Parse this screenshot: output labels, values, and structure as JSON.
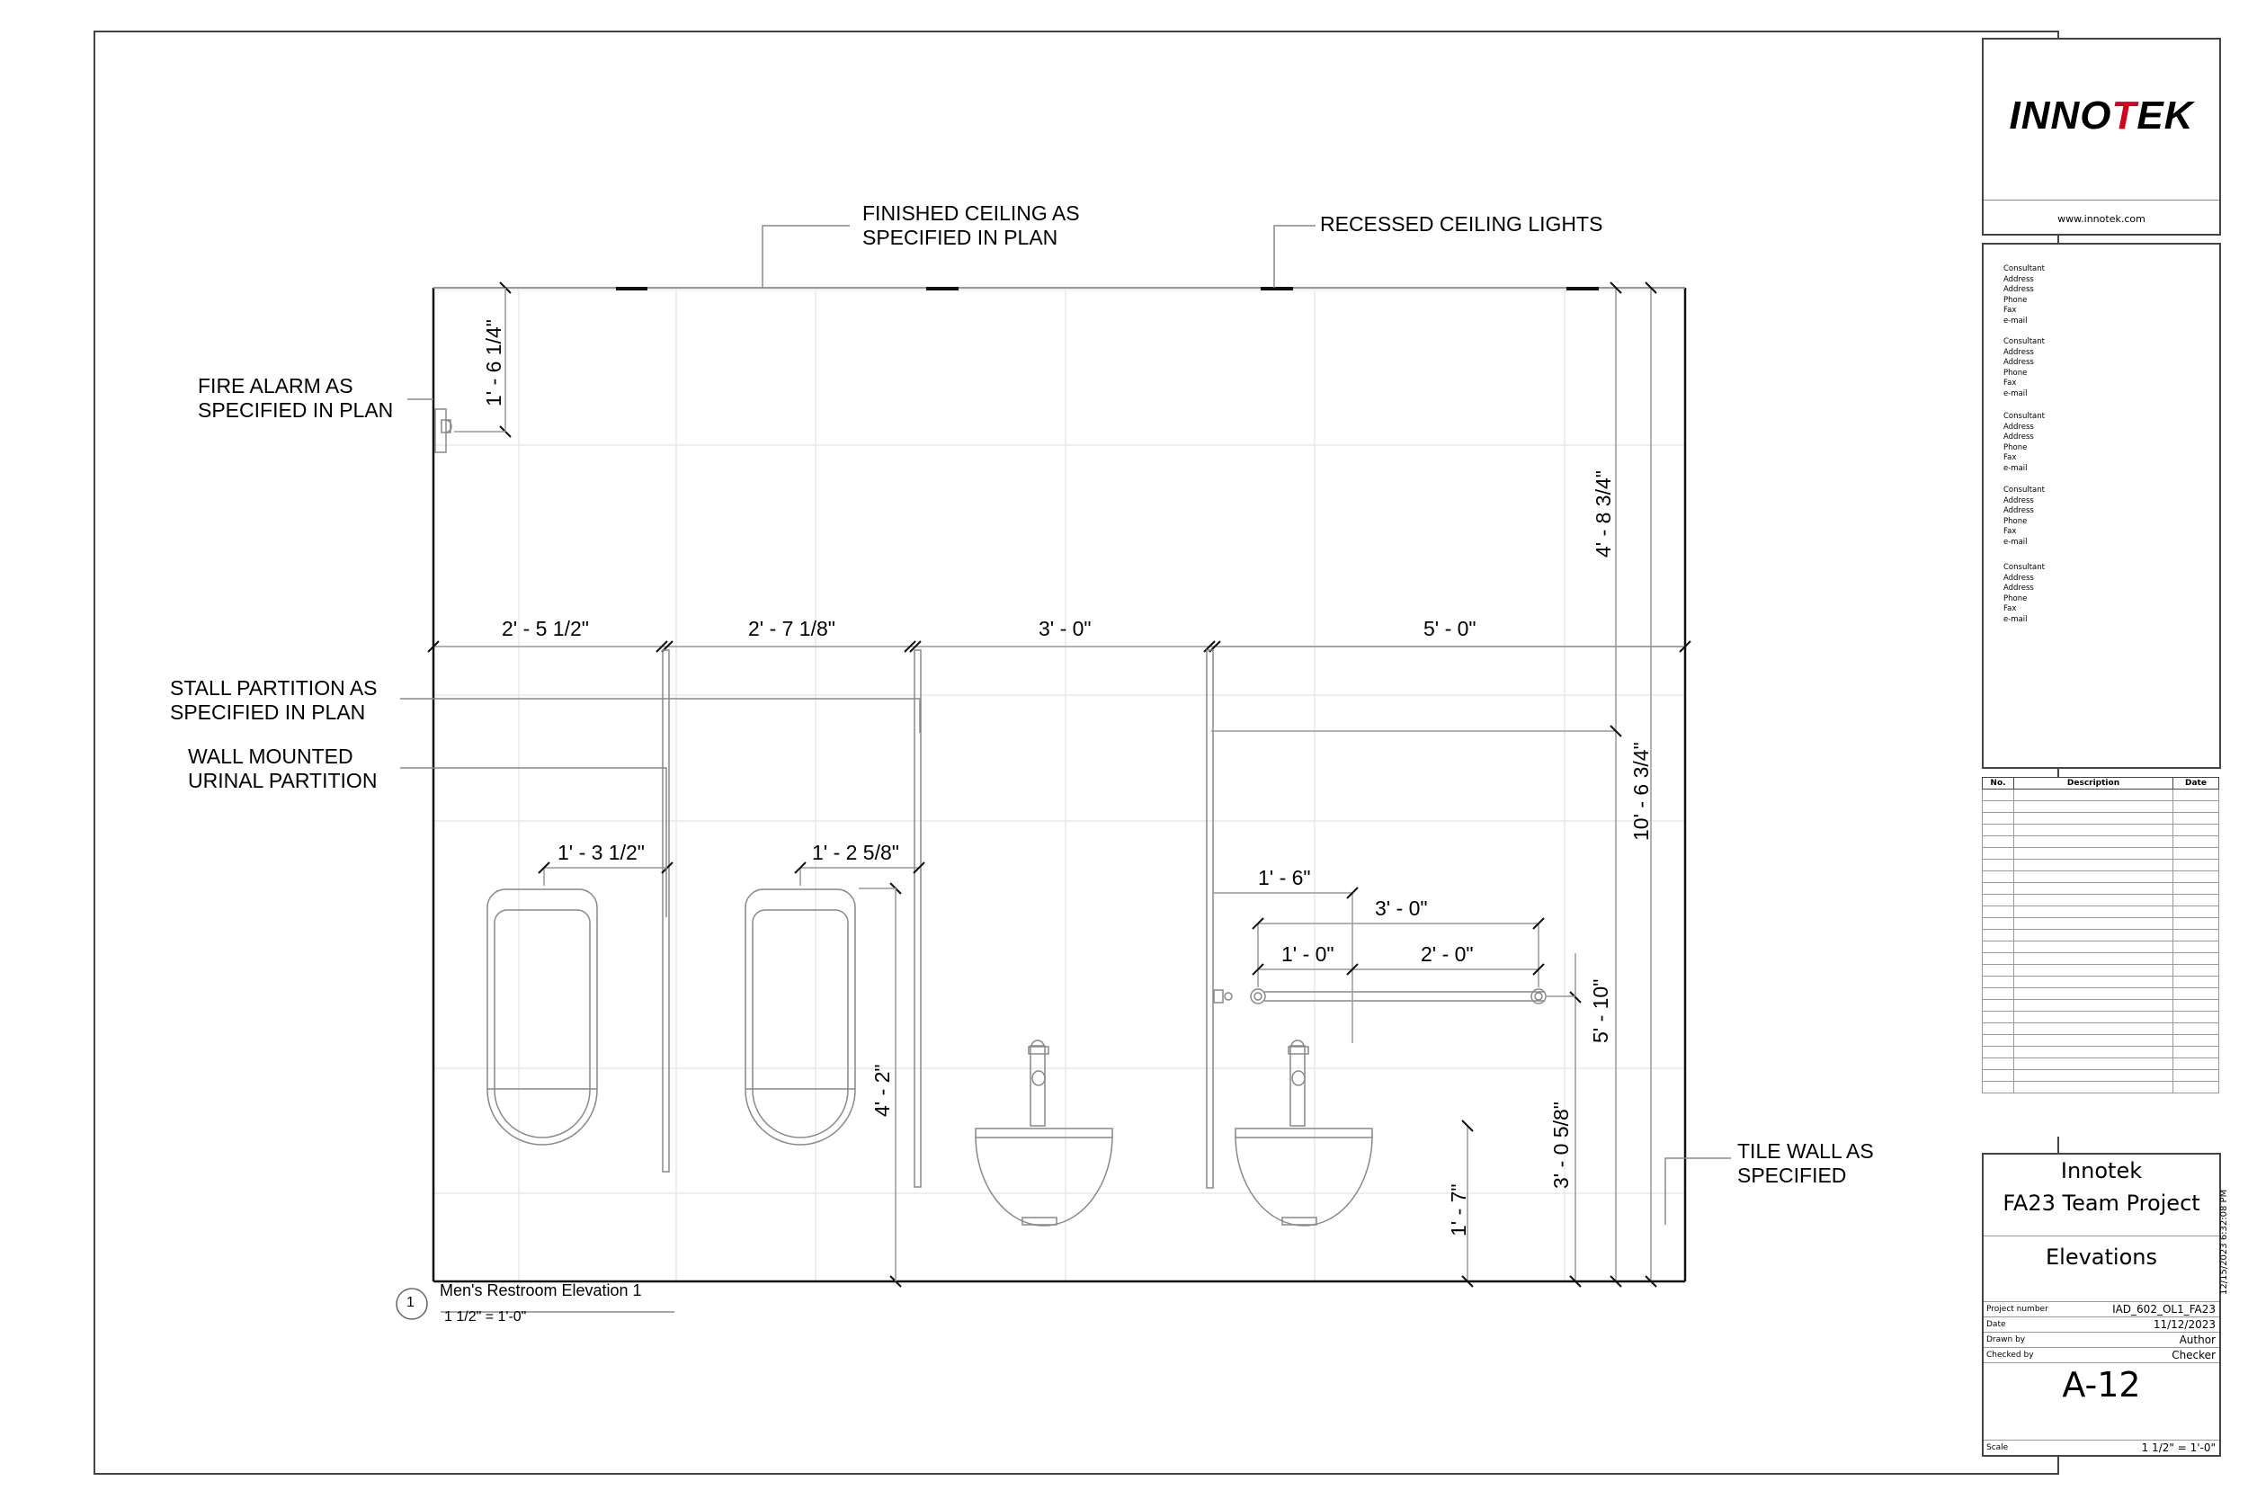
{
  "sheet": {
    "title_block": {
      "logo_text_black": "INNO",
      "logo_text_red_glyph": "T",
      "logo_text_end": "EK",
      "website": "www.innotek.com",
      "consultants": [
        {
          "lines": [
            "Consultant",
            "Address",
            "Address",
            "Phone",
            "Fax",
            "e-mail"
          ]
        },
        {
          "lines": [
            "Consultant",
            "Address",
            "Address",
            "Phone",
            "Fax",
            "e-mail"
          ]
        },
        {
          "lines": [
            "Consultant",
            "Address",
            "Address",
            "Phone",
            "Fax",
            "e-mail"
          ]
        },
        {
          "lines": [
            "Consultant",
            "Address",
            "Address",
            "Phone",
            "Fax",
            "e-mail"
          ]
        },
        {
          "lines": [
            "Consultant",
            "Address",
            "Address",
            "Phone",
            "Fax",
            "e-mail"
          ]
        }
      ],
      "revision_table": {
        "headers": [
          "No.",
          "Description",
          "Date"
        ],
        "empty_rows": 26
      },
      "client": "Innotek",
      "project_name": "FA23 Team Project",
      "sheet_name": "Elevations",
      "meta": [
        {
          "key": "Project number",
          "value": "IAD_602_OL1_FA23"
        },
        {
          "key": "Date",
          "value": "11/12/2023"
        },
        {
          "key": "Drawn by",
          "value": "Author"
        },
        {
          "key": "Checked by",
          "value": "Checker"
        }
      ],
      "sheet_number": "A-12",
      "scale_label": "Scale",
      "scale_value": "1 1/2\" = 1'-0\"",
      "print_timestamp": "12/15/2023 6:32:08 PM"
    },
    "drawing": {
      "view_number": "1",
      "view_title": "Men's Restroom Elevation 1",
      "view_scale": "1 1/2\" = 1'-0\"",
      "annotations": {
        "finished_ceiling": [
          "FINISHED CEILING AS",
          "SPECIFIED IN PLAN"
        ],
        "recessed_lights": [
          "RECESSED CEILING LIGHTS"
        ],
        "fire_alarm": [
          "FIRE ALARM AS",
          "SPECIFIED IN PLAN"
        ],
        "stall_partition": [
          "STALL PARTITION AS",
          "SPECIFIED IN PLAN"
        ],
        "urinal_partition": [
          "WALL MOUNTED",
          "URINAL PARTITION"
        ],
        "tile_wall": [
          "TILE WALL AS",
          "SPECIFIED"
        ]
      },
      "dimensions": {
        "fire_alarm_from_ceiling": "1' - 6 1/4\"",
        "bay_1": "2' - 5 1/2\"",
        "bay_2": "2' - 7 1/8\"",
        "bay_3": "3' - 0\"",
        "bay_4": "5' - 0\"",
        "urinal_1_to_partition": "1' - 3 1/2\"",
        "urinal_2_to_partition": "1' - 2 5/8\"",
        "urinal_height": "4' - 2\"",
        "grab_bar_offset": "1' - 6\"",
        "grab_bar_length": "3' - 0\"",
        "grab_bar_seg_1": "1' - 0\"",
        "grab_bar_seg_2": "2' - 0\"",
        "grab_bar_height": "5' - 10\"",
        "sink_height": "3' - 0 5/8\"",
        "sink_rim_to_floor": "1' - 7\"",
        "partition_to_ceiling": "4' - 8 3/4\"",
        "floor_to_ceiling": "10' - 6 3/4\""
      }
    }
  }
}
